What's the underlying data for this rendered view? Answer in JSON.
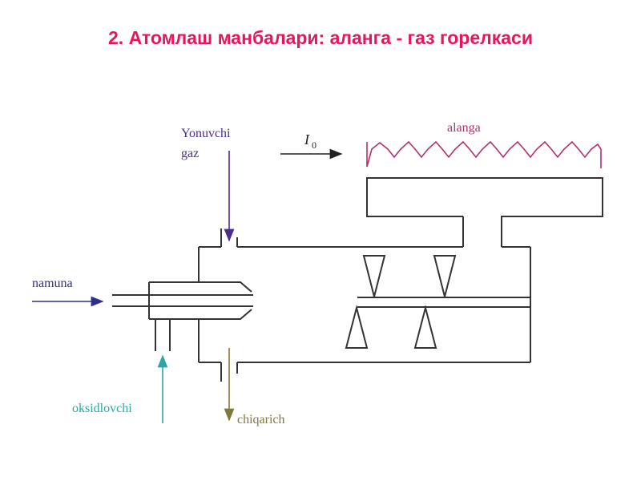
{
  "title": "2. Атомлаш манбалари: аланга - газ горелкаси",
  "labels": {
    "fuel_gas_line1": "Yonuvchi",
    "fuel_gas_line2": "gaz",
    "beam_symbol": "I",
    "beam_subscript": "0",
    "flame": "alanga",
    "sample": "namuna",
    "oxidizer": "oksidlovchi",
    "drain": "chiqarich"
  },
  "colors": {
    "title": "#e8145f",
    "outline": "#333333",
    "fuel_gas": "#4a2d8c",
    "flame": "#b0306e",
    "sample": "#2d2f8a",
    "oxidizer": "#2aa6a6",
    "drain": "#7d7a3a",
    "beam": "#222222"
  }
}
